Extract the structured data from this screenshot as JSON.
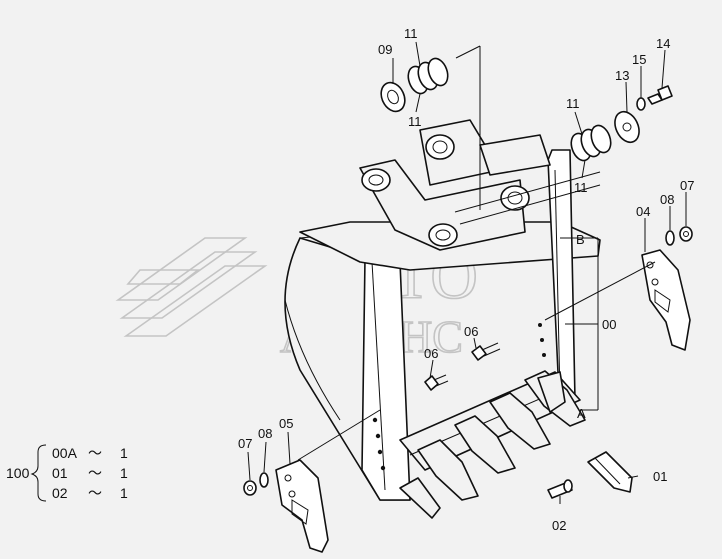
{
  "watermark": {
    "line1": "АВТО",
    "line2": "АЛЬЯНС"
  },
  "callouts": {
    "c00": "00",
    "c01": "01",
    "c02": "02",
    "c04": "04",
    "c05": "05",
    "c06a": "06",
    "c06b": "06",
    "c07a": "07",
    "c07b": "07",
    "c08a": "08",
    "c08b": "08",
    "c09": "09",
    "c11a": "11",
    "c11b": "11",
    "c11c": "11",
    "c11d": "11",
    "c13": "13",
    "c14": "14",
    "c15": "15",
    "refA": "A",
    "refB": "B"
  },
  "bom": {
    "parent": "100",
    "rows": [
      {
        "code": "00A",
        "sep": "〜",
        "qty": "1"
      },
      {
        "code": "01",
        "sep": "〜",
        "qty": "1"
      },
      {
        "code": "02",
        "sep": "〜",
        "qty": "1"
      }
    ]
  }
}
